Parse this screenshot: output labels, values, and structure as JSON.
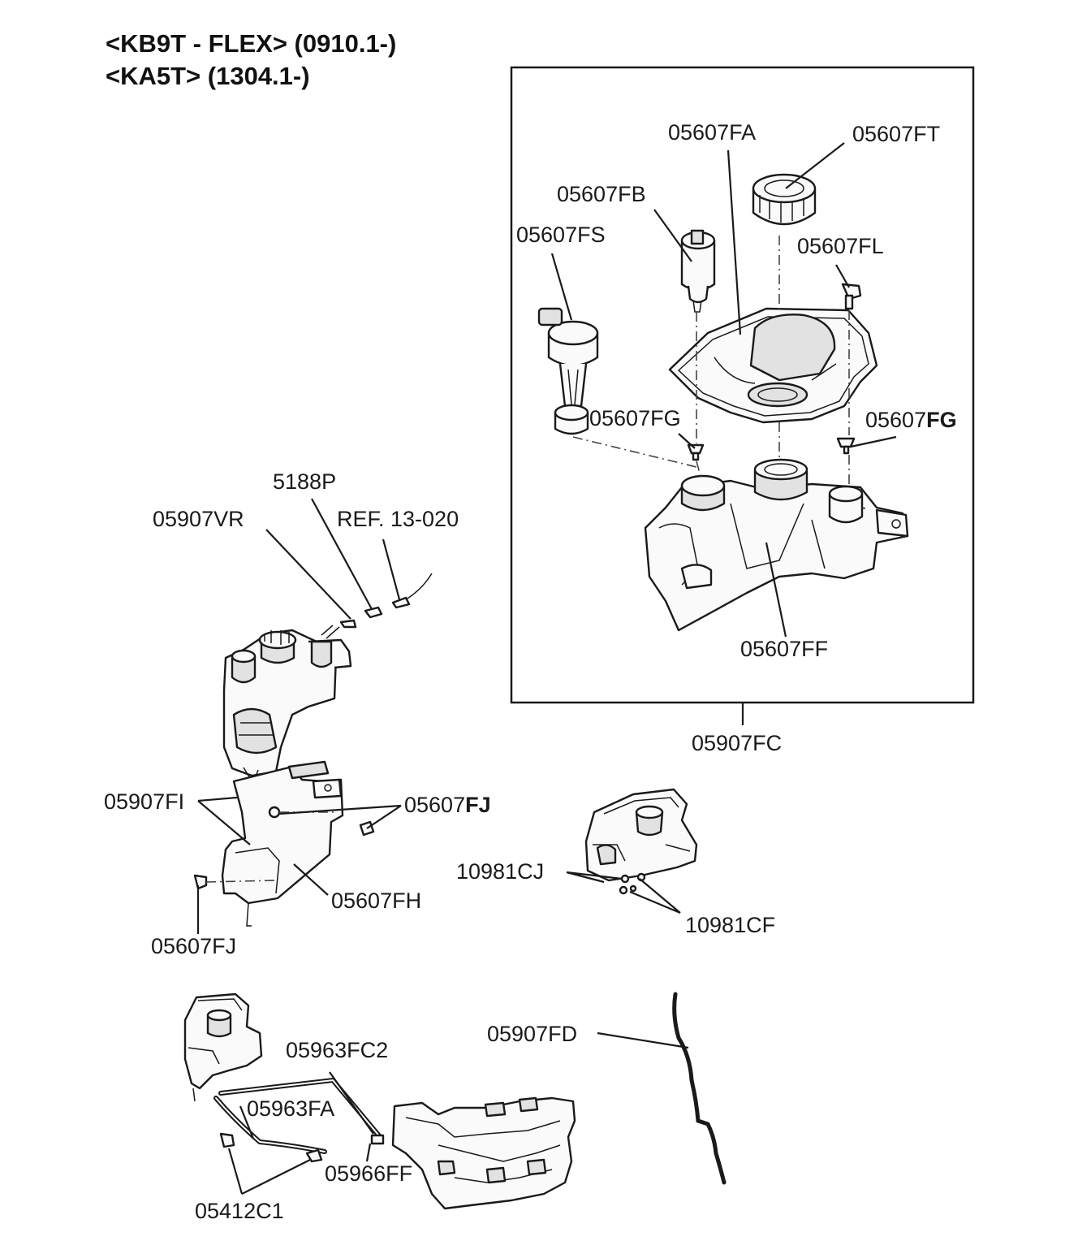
{
  "header": {
    "line1": "<KB9T - FLEX> (0910.1-)",
    "line2": "<KA5T> (1304.1-)"
  },
  "callouts": {
    "p05607FA": "05607FA",
    "p05607FT": "05607FT",
    "p05607FB": "05607FB",
    "p05607FS": "05607FS",
    "p05607FL": "05607FL",
    "p05607FG_left": "05607FG",
    "p05607FG_right_a": "05607",
    "p05607FG_right_b": "FG",
    "p05607FF": "05607FF",
    "p05907FC": "05907FC",
    "p5188P": "5188P",
    "p05907VR": "05907VR",
    "pREF": "REF. 13-020",
    "p05907FI": "05907FI",
    "p05607FJ_top_a": "05607",
    "p05607FJ_top_b": "FJ",
    "p05607FH": "05607FH",
    "p05607FJ_bottom": "05607FJ",
    "p10981CJ": "10981CJ",
    "p10981CF": "10981CF",
    "p05907FD": "05907FD",
    "p05963FC2": "05963FC2",
    "p05963FA": "05963FA",
    "p05966FF": "05966FF",
    "p05412C1": "05412C1"
  }
}
